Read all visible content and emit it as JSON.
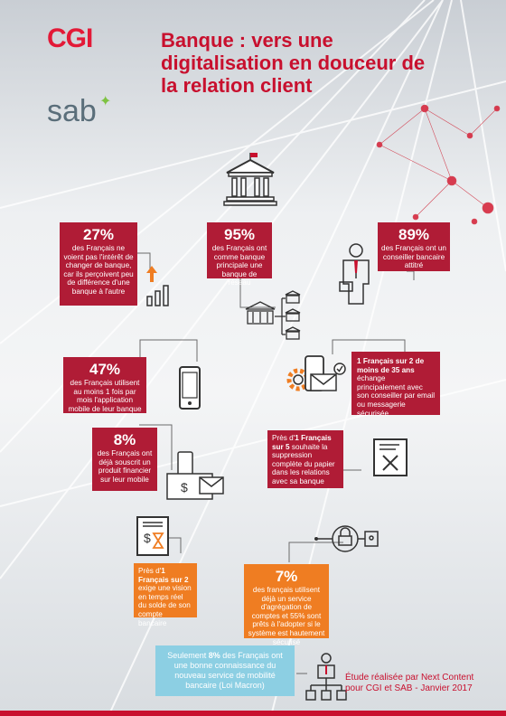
{
  "brand": {
    "cgi": "CGI",
    "sab": "sab"
  },
  "title": "Banque : vers une digitalisation en douceur de la relation client",
  "stats": {
    "s27": {
      "pct": "27%",
      "text": "des Français ne voient pas l'intérêt de changer de banque, car ils perçoivent peu de différence d'une banque à l'autre"
    },
    "s95": {
      "pct": "95%",
      "text": "des Français ont comme banque principale une banque de réseau"
    },
    "s89": {
      "pct": "89%",
      "text": "des Français ont un conseiller bancaire attitré"
    },
    "s47": {
      "pct": "47%",
      "text": "des Français utilisent au moins 1 fois par mois l'application mobile de leur banque"
    },
    "young": {
      "bold": "1 Français sur 2 de moins de 35 ans",
      "text": "échange principalement avec son conseiller par email ou messagerie sécurisée"
    },
    "s8": {
      "pct": "8%",
      "text": "des Français ont déjà souscrit un produit financier sur leur mobile"
    },
    "paper": {
      "lead": "Près d'",
      "bold": "1 Français sur 5",
      "text": "souhaite la suppression complète du papier dans les relations avec sa banque"
    },
    "realtime": {
      "lead": "Près d'",
      "bold": "1 Français sur 2",
      "text": "exige une vision en temps réel du solde de son compte bancaire"
    },
    "s7": {
      "pct": "7%",
      "text": "des français utilisent déjà un service d'agrégation de comptes et 55% sont prêts à l'adopter si le système est hautement sécurisé"
    },
    "macron": {
      "lead": "Seulement ",
      "bold": "8%",
      "text": " des Français ont une bonne connaissance du nouveau service de mobilité bancaire (Loi Macron)"
    }
  },
  "credit": "Étude réalisée par Next Content pour CGI et SAB - Janvier 2017",
  "colors": {
    "red": "#b01c36",
    "orange": "#ef7d22",
    "lightblue": "#8ccfe3",
    "title": "#c8102e"
  }
}
